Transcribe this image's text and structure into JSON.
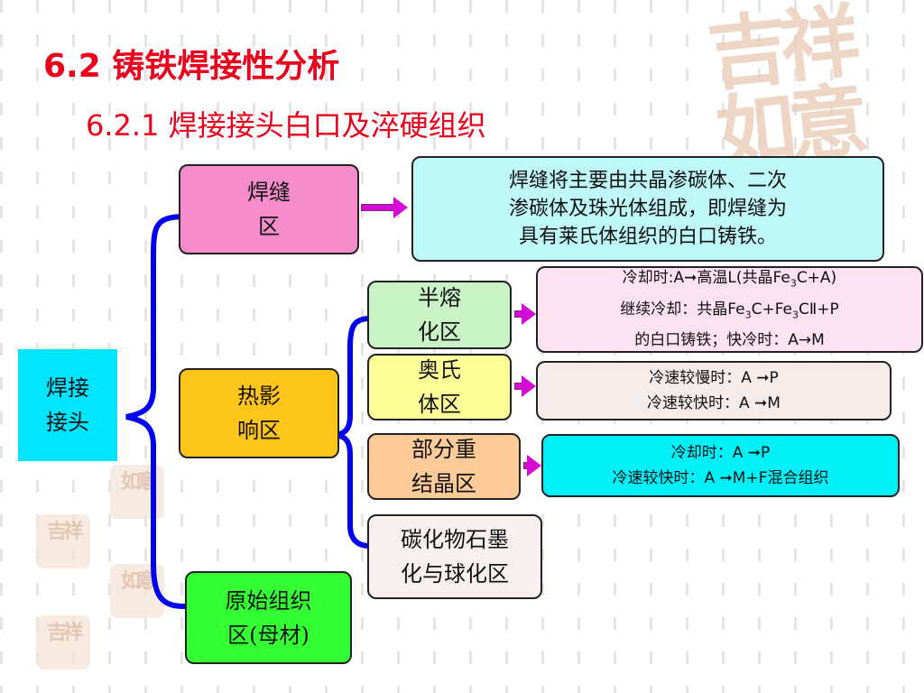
{
  "header": {
    "title": "6.2 铸铁焊接性分析",
    "subtitle": "6.2.1 焊接接头白口及淬硬组织"
  },
  "watermark": {
    "chars": [
      "吉",
      "祥",
      "如",
      "意"
    ]
  },
  "root": {
    "line1": "焊接",
    "line2": "接头"
  },
  "weld_zone": {
    "label_line1": "焊缝",
    "label_line2": "区",
    "desc_lines": [
      "焊缝将主要由共晶渗碳体、二次",
      "渗碳体及珠光体组成，即焊缝为",
      "具有莱氏体组织的白口铸铁。"
    ]
  },
  "haz": {
    "label_line1": "热影",
    "label_line2": "响区"
  },
  "semi_melt": {
    "label_line1": "半熔",
    "label_line2": "化区",
    "desc": {
      "l1_a": "冷却时:A",
      "arrow": "➞",
      "l1_b": "高温L(共晶Fe",
      "sub3": "3",
      "l1_c": "C+A)",
      "l2_a": "继续冷却：共晶Fe",
      "l2_b": "C+Fe",
      "l2_c": "CⅡ+P",
      "l3": "的白口铸铁；快冷时：A→M"
    }
  },
  "austenite": {
    "label_line1": "奥氏",
    "label_line2": "体区",
    "desc_lines": [
      "冷速较慢时：A ➞P",
      "冷速较快时：A ➞M"
    ]
  },
  "partial_recryst": {
    "label_line1": "部分重",
    "label_line2": "结晶区",
    "desc_lines": [
      "冷却时：A ➞P",
      "冷速较快时：A ➞M+F混合组织"
    ]
  },
  "carbide": {
    "label_line1": "碳化物石墨",
    "label_line2": "化与球化区"
  },
  "base_metal": {
    "label_line1": "原始组织",
    "label_line2": "区(母材)"
  },
  "colors": {
    "title": "#e8001c",
    "root": "#00e5ff",
    "weld": "#f48ccb",
    "weld_desc": "#bff8f8",
    "haz": "#ffc51a",
    "semi": "#c9f2c7",
    "semi_desc": "#fde2f2",
    "aust": "#ffff99",
    "aust_desc": "#f5ece9",
    "partial": "#ffcc99",
    "partial_desc": "#00f0f8",
    "carbide": "#f8f0ee",
    "base": "#33ff33",
    "bracket": "#0000ee",
    "arrow": "#d60ad6"
  }
}
